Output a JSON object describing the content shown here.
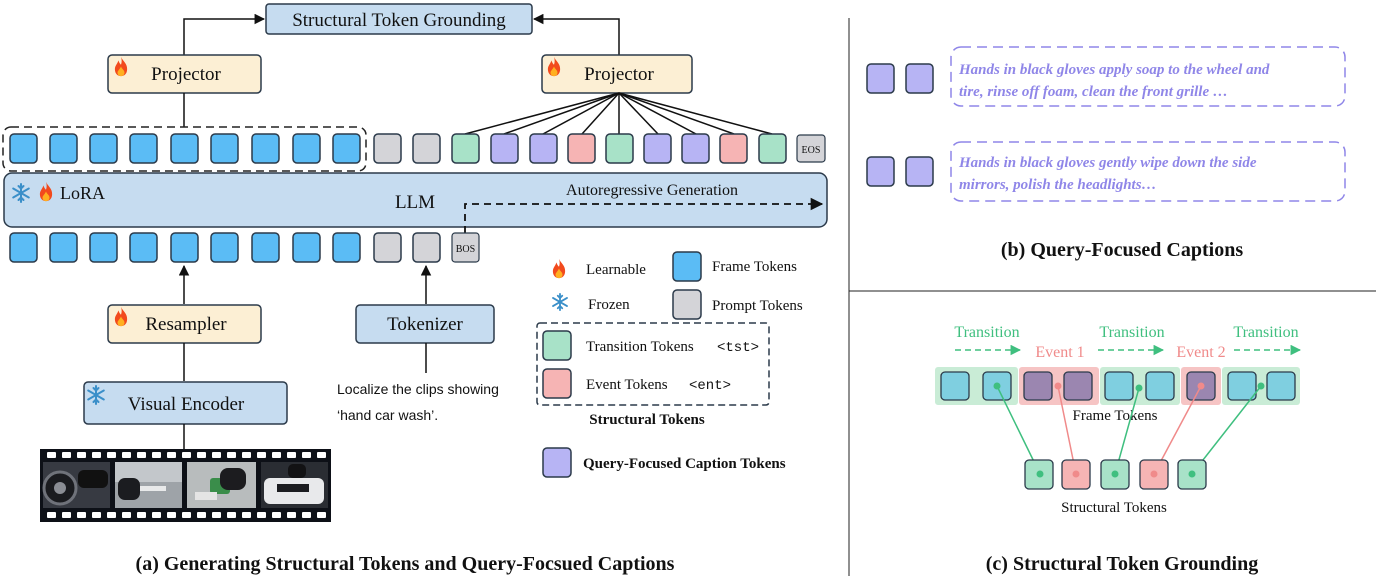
{
  "panel_a": {
    "caption": "(a) Generating Structural Tokens and Query-Focsued Captions",
    "grounding_box": "Structural Token Grounding",
    "projector_left": "Projector",
    "projector_right": "Projector",
    "eos": "EOS",
    "bos": "BOS",
    "lora": "LoRA",
    "llm": "LLM",
    "autoregressive": "Autoregressive Generation",
    "resampler": "Resampler",
    "tokenizer": "Tokenizer",
    "visual_encoder": "Visual Encoder",
    "prompt_line1": "Localize the clips showing",
    "prompt_line2": "‘hand car wash’.",
    "legend": {
      "learnable": "Learnable",
      "frozen": "Frozen",
      "frame_tokens": "Frame Tokens",
      "prompt_tokens": "Prompt Tokens",
      "transition_tokens": "Transition Tokens",
      "transition_code": "<tst>",
      "event_tokens": "Event Tokens",
      "event_code": "<ent>",
      "structural_tokens": "Structural Tokens",
      "query_caption_tokens": "Query-Focused Caption Tokens"
    }
  },
  "panel_b": {
    "caption": "(b) Query-Focused Captions",
    "caption1_line1": "Hands in black gloves apply soap to the wheel and",
    "caption1_line2": "tire, rinse off foam, clean the front grille …",
    "caption2_line1": "Hands in black gloves gently wipe down the side",
    "caption2_line2": "mirrors, polish the headlights…"
  },
  "panel_c": {
    "caption": "(c) Structural Token Grounding",
    "transition1": "Transition",
    "transition2": "Transition",
    "transition3": "Transition",
    "event1": "Event 1",
    "event2": "Event 2",
    "frame_tokens": "Frame Tokens",
    "structural_tokens": "Structural Tokens"
  },
  "colors": {
    "frame": "#5bbcf5",
    "prompt": "#d4d4d8",
    "transition": "#a8e2c8",
    "event": "#f6b4b4",
    "caption_token": "#b7b4f4",
    "module_orange": "#fcefd4",
    "module_blue": "#c6dcf0",
    "caption_text": "#8f86e8",
    "green_line": "#3fbf7f",
    "red_line": "#f08a8a"
  }
}
